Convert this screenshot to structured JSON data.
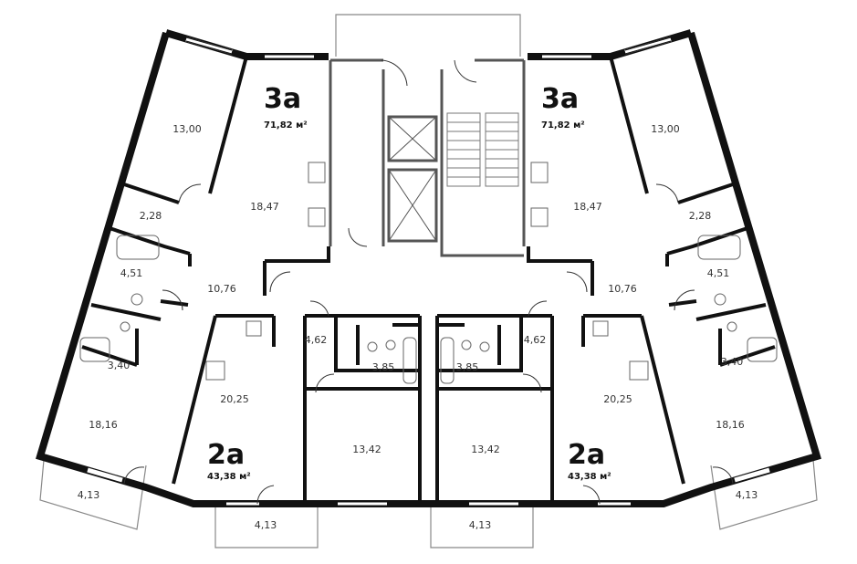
{
  "colors": {
    "wall": "#111111",
    "core_wall": "#555555",
    "thin_line": "#888888",
    "window": "#ffffff",
    "background": "#ffffff"
  },
  "apartments": {
    "left_3a": {
      "type": "3а",
      "total": "71,82 м²"
    },
    "right_3a": {
      "type": "3а",
      "total": "71,82 м²"
    },
    "left_2a": {
      "type": "2а",
      "total": "43,38 м²"
    },
    "right_2a": {
      "type": "2а",
      "total": "43,38 м²"
    }
  },
  "rooms": {
    "l3a_bedroom": "13,00",
    "l3a_living": "18,47",
    "l3a_wc": "2,28",
    "l3a_bath": "4,51",
    "l3a_hall": "10,76",
    "l3a_bath2": "3,40",
    "l3a_bedroom2": "18,16",
    "l3a_balcony": "4,13",
    "r3a_bedroom": "13,00",
    "r3a_living": "18,47",
    "r3a_wc": "2,28",
    "r3a_bath": "4,51",
    "r3a_hall": "10,76",
    "r3a_bath2": "3,40",
    "r3a_bedroom2": "18,16",
    "r3a_balcony": "4,13",
    "l2a_living": "20,25",
    "l2a_hall": "4,62",
    "l2a_bath": "3,85",
    "l2a_bedroom": "13,42",
    "l2a_balcony": "4,13",
    "r2a_living": "20,25",
    "r2a_hall": "4,62",
    "r2a_bath": "3,85",
    "r2a_bedroom": "13,42",
    "r2a_balcony": "4,13"
  }
}
